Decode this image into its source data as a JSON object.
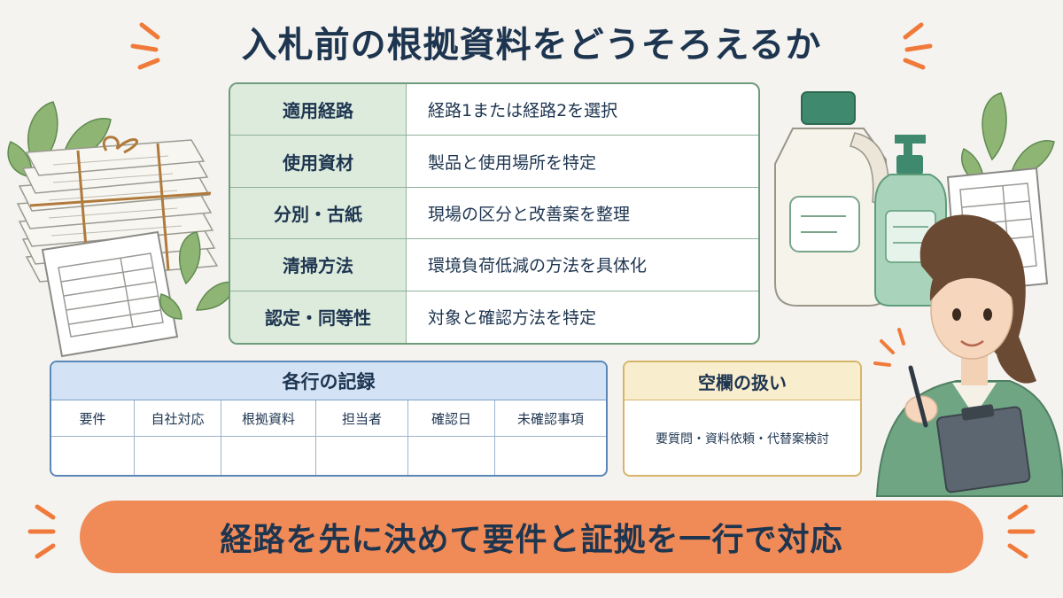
{
  "title": "入札前の根拠資料をどうそろえるか",
  "main_table": {
    "rows": [
      {
        "label": "適用経路",
        "value": "経路1または経路2を選択"
      },
      {
        "label": "使用資材",
        "value": "製品と使用場所を特定"
      },
      {
        "label": "分別・古紙",
        "value": "現場の区分と改善案を整理"
      },
      {
        "label": "清掃方法",
        "value": "環境負荷低減の方法を具体化"
      },
      {
        "label": "認定・同等性",
        "value": "対象と確認方法を特定"
      }
    ]
  },
  "record": {
    "title": "各行の記録",
    "columns": [
      "要件",
      "自社対応",
      "根拠資料",
      "担当者",
      "確認日",
      "未確認事項"
    ]
  },
  "blank_handling": {
    "title": "空欄の扱い",
    "body": "要質問・資料依頼・代替案検討"
  },
  "banner": "経路を先に決めて要件と証拠を一行で対応",
  "colors": {
    "navy": "#1e3550",
    "green_header": "#dcebdc",
    "blue_header": "#d3e3f5",
    "yellow_header": "#f8edcc",
    "banner_orange": "#f08a56",
    "accent_orange": "#f07a3a"
  },
  "icons": [
    "paper-stack-icon",
    "document-sheet-icon",
    "leaf-icon",
    "detergent-bottle-icon",
    "pump-bottle-icon",
    "checklist-sheet-icon",
    "woman-with-clipboard-icon"
  ]
}
